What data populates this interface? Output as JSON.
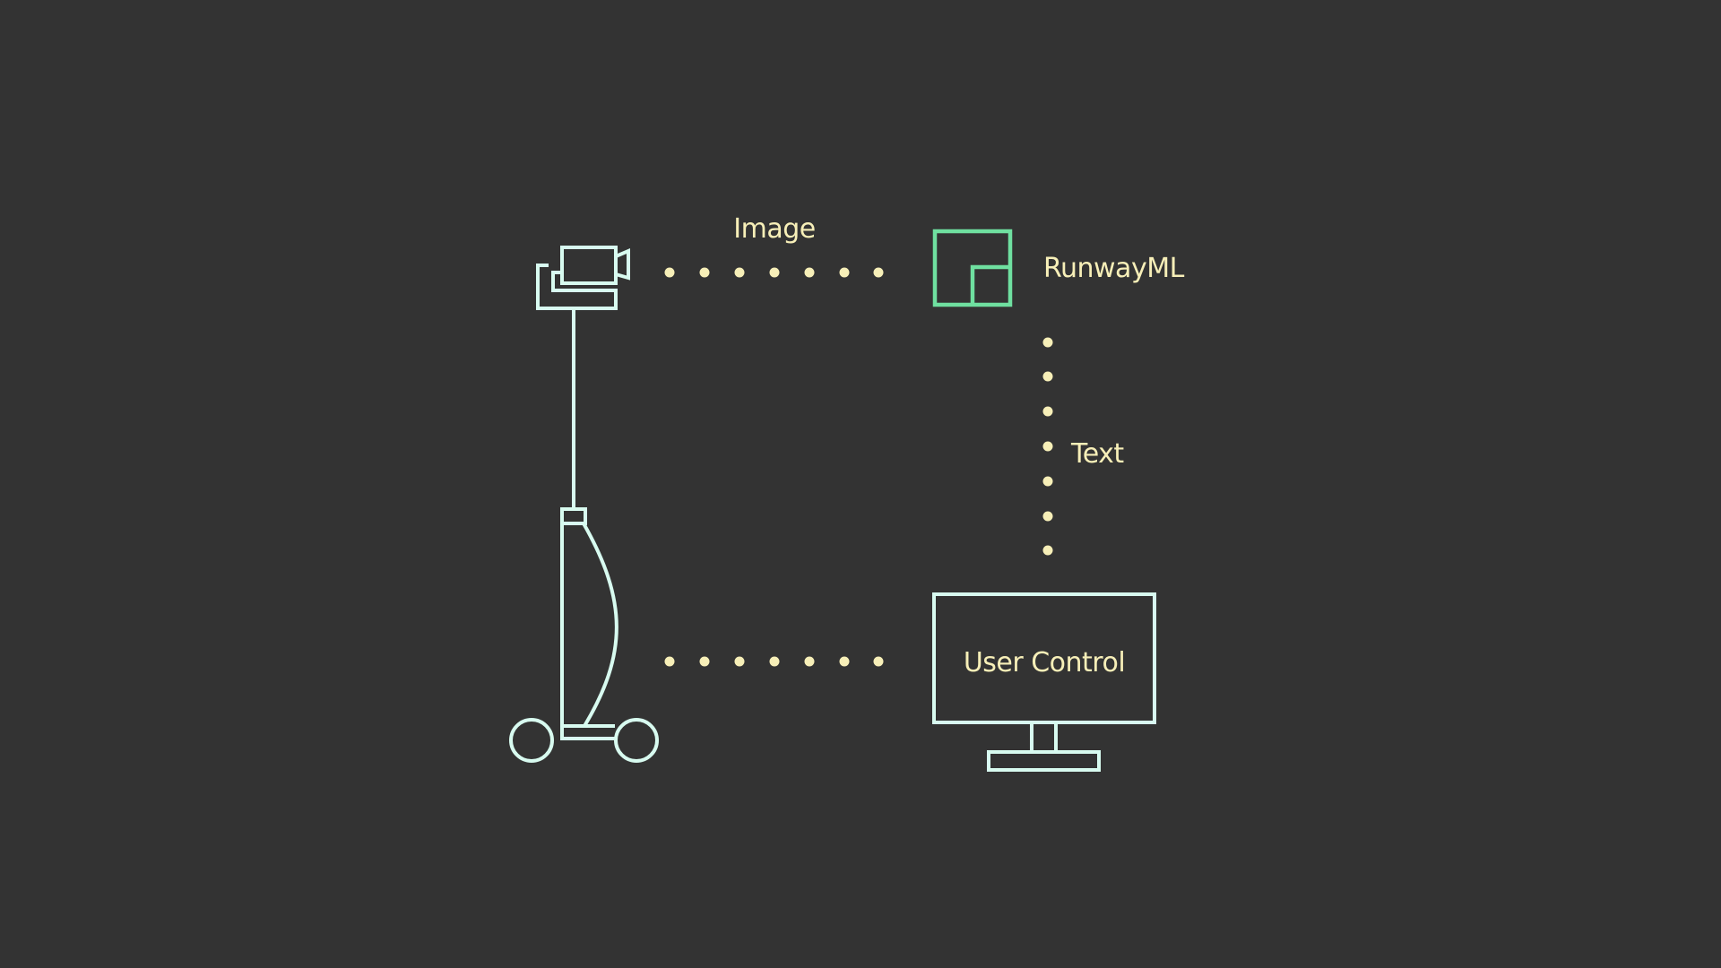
{
  "labels": {
    "image": "Image",
    "runway": "RunwayML",
    "text": "Text",
    "user_control": "User Control"
  },
  "icons": {
    "robot": "telepresence-robot-icon",
    "runway": "runwayml-logo-icon",
    "monitor": "monitor-icon"
  },
  "colors": {
    "background": "#333333",
    "line": "#d8fbf0",
    "accent": "#6fe0a0",
    "text": "#f7efb8"
  },
  "connectors": [
    {
      "from": "robot-camera",
      "to": "runwayml",
      "label": "Image"
    },
    {
      "from": "runwayml",
      "to": "user-control",
      "label": "Text"
    },
    {
      "from": "robot-base",
      "to": "user-control",
      "label": ""
    }
  ]
}
